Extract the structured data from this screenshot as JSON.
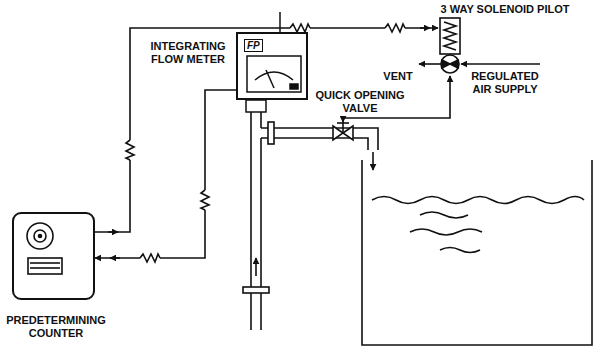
{
  "diagram": {
    "nodes": [
      {
        "text": [
          "3 WAY SOLENOID PILOT"
        ]
      },
      {
        "text": [
          "INTEGRATING FLOW METER",
          "FP"
        ]
      },
      {
        "text": [
          "QUICK OPENING VALVE"
        ]
      },
      {
        "text": [
          "PREDETERMINING COUNTER"
        ]
      }
    ],
    "edges": [
      {
        "from": 3,
        "to": 0,
        "arrow": "to"
      },
      {
        "from": 1,
        "to": 3,
        "arrow": "to"
      },
      {
        "from": 0,
        "to": 2,
        "arrow": "both"
      }
    ],
    "labels": [
      "VENT",
      "REGULATED AIR SUPPLY"
    ]
  }
}
